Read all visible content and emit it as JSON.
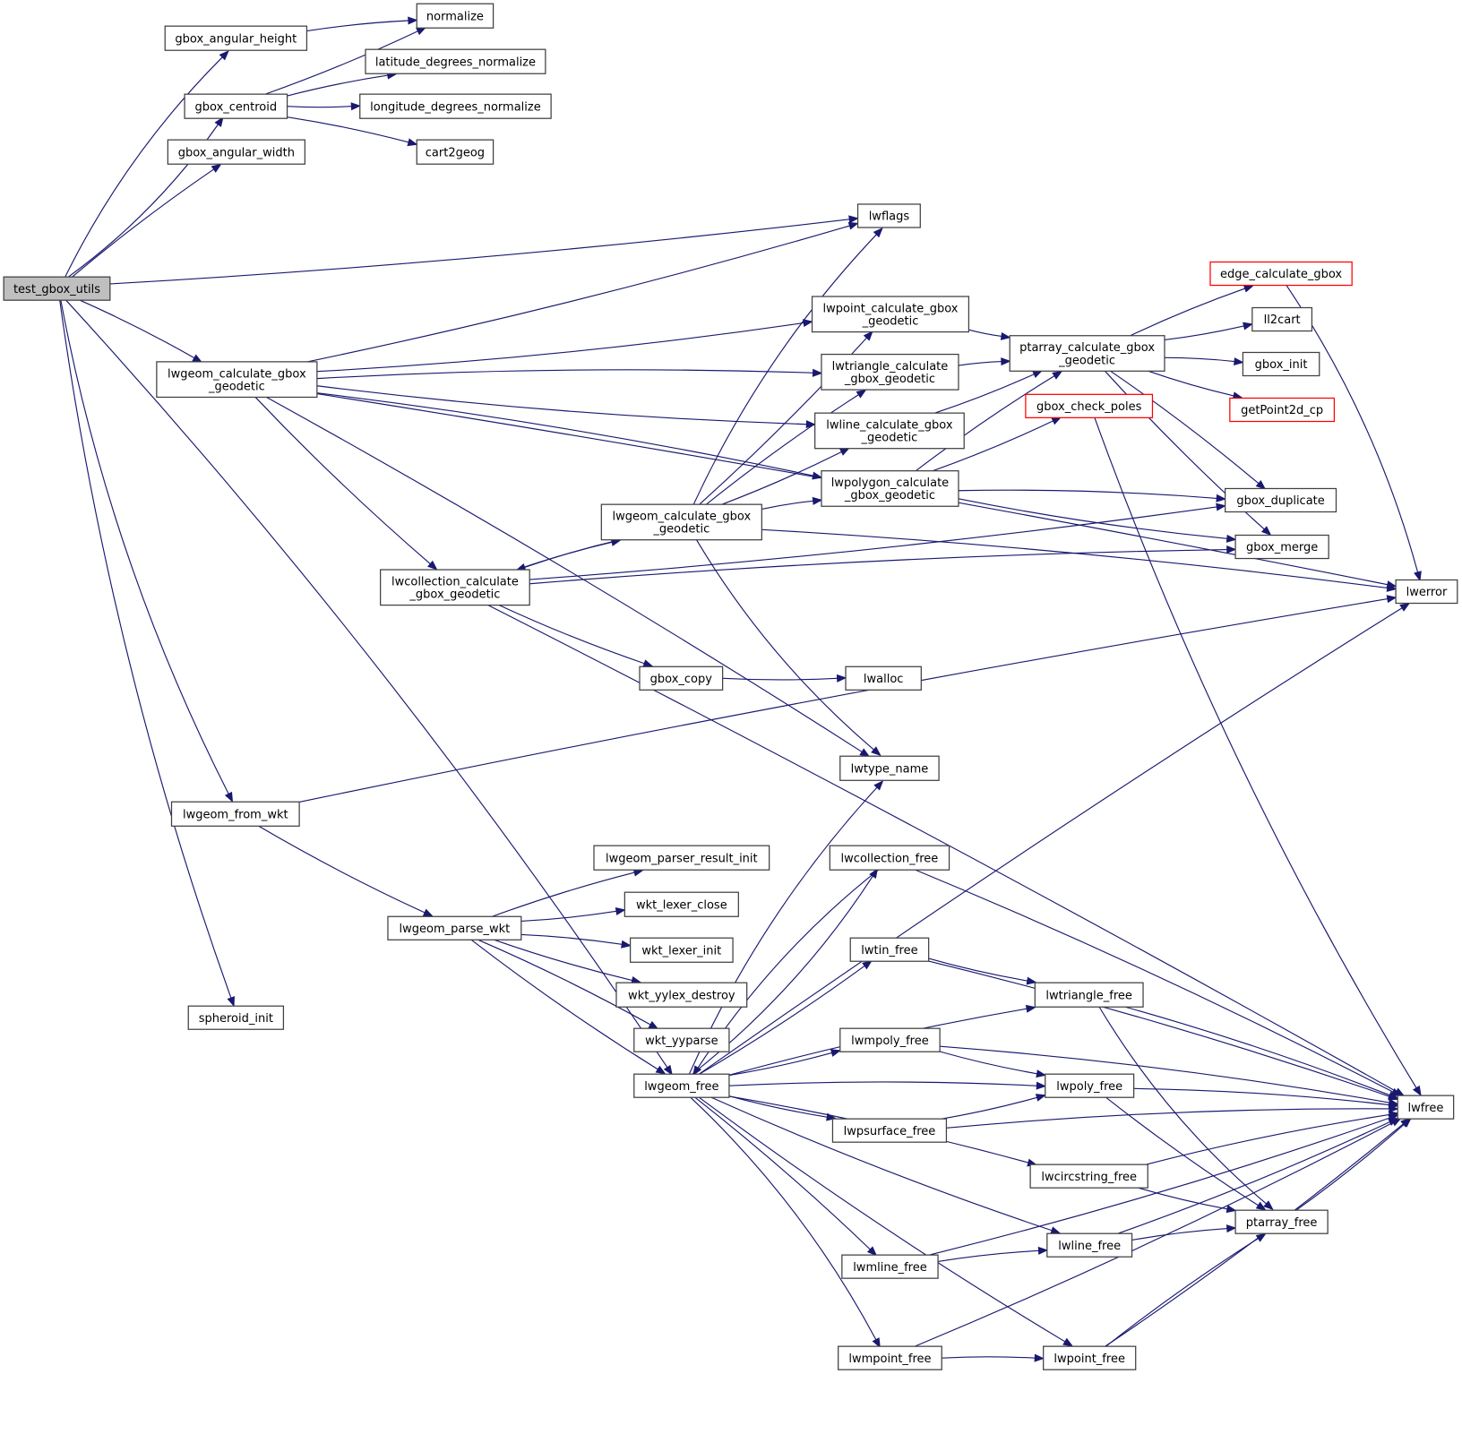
{
  "title": "test_gbox_utils call graph",
  "colors": {
    "edge": "#191970",
    "root_fill": "#bfbfbf",
    "node_border": "#404040",
    "incomplete_border": "#ff0000"
  },
  "nodes": [
    {
      "id": "test_gbox_utils",
      "lines": [
        "test_gbox_utils"
      ],
      "root": true
    },
    {
      "id": "gbox_angular_height",
      "lines": [
        "gbox_angular_height"
      ]
    },
    {
      "id": "normalize",
      "lines": [
        "normalize"
      ]
    },
    {
      "id": "gbox_centroid",
      "lines": [
        "gbox_centroid"
      ]
    },
    {
      "id": "latitude_degrees_normalize",
      "lines": [
        "latitude_degrees_normalize"
      ]
    },
    {
      "id": "longitude_degrees_normalize",
      "lines": [
        "longitude_degrees_normalize"
      ]
    },
    {
      "id": "cart2geog",
      "lines": [
        "cart2geog"
      ]
    },
    {
      "id": "gbox_angular_width",
      "lines": [
        "gbox_angular_width"
      ]
    },
    {
      "id": "lwflags",
      "lines": [
        "lwflags"
      ]
    },
    {
      "id": "lwgeom_calculate_gbox_geodetic_a",
      "lines": [
        "lwgeom_calculate_gbox",
        "_geodetic"
      ]
    },
    {
      "id": "lwpoint_calculate_gbox_geodetic",
      "lines": [
        "lwpoint_calculate_gbox",
        "_geodetic"
      ]
    },
    {
      "id": "lwtriangle_calculate_gbox_geodetic",
      "lines": [
        "lwtriangle_calculate",
        "_gbox_geodetic"
      ]
    },
    {
      "id": "lwline_calculate_gbox_geodetic",
      "lines": [
        "lwline_calculate_gbox",
        "_geodetic"
      ]
    },
    {
      "id": "lwpolygon_calculate_gbox_geodetic",
      "lines": [
        "lwpolygon_calculate",
        "_gbox_geodetic"
      ]
    },
    {
      "id": "lwgeom_calculate_gbox_geodetic_b",
      "lines": [
        "lwgeom_calculate_gbox",
        "_geodetic"
      ]
    },
    {
      "id": "lwcollection_calculate_gbox_geodetic",
      "lines": [
        "lwcollection_calculate",
        "_gbox_geodetic"
      ]
    },
    {
      "id": "ptarray_calculate_gbox_geodetic",
      "lines": [
        "ptarray_calculate_gbox",
        "_geodetic"
      ]
    },
    {
      "id": "edge_calculate_gbox",
      "lines": [
        "edge_calculate_gbox"
      ],
      "incomplete": true
    },
    {
      "id": "ll2cart",
      "lines": [
        "ll2cart"
      ]
    },
    {
      "id": "gbox_init",
      "lines": [
        "gbox_init"
      ]
    },
    {
      "id": "getPoint2d_cp",
      "lines": [
        "getPoint2d_cp"
      ],
      "incomplete": true
    },
    {
      "id": "gbox_check_poles",
      "lines": [
        "gbox_check_poles"
      ],
      "incomplete": true
    },
    {
      "id": "gbox_duplicate",
      "lines": [
        "gbox_duplicate"
      ]
    },
    {
      "id": "gbox_merge",
      "lines": [
        "gbox_merge"
      ]
    },
    {
      "id": "lwerror",
      "lines": [
        "lwerror"
      ]
    },
    {
      "id": "gbox_copy",
      "lines": [
        "gbox_copy"
      ]
    },
    {
      "id": "lwalloc",
      "lines": [
        "lwalloc"
      ]
    },
    {
      "id": "lwtype_name",
      "lines": [
        "lwtype_name"
      ]
    },
    {
      "id": "lwgeom_from_wkt",
      "lines": [
        "lwgeom_from_wkt"
      ]
    },
    {
      "id": "lwgeom_parse_wkt",
      "lines": [
        "lwgeom_parse_wkt"
      ]
    },
    {
      "id": "lwgeom_parser_result_init",
      "lines": [
        "lwgeom_parser_result_init"
      ]
    },
    {
      "id": "wkt_lexer_close",
      "lines": [
        "wkt_lexer_close"
      ]
    },
    {
      "id": "wkt_lexer_init",
      "lines": [
        "wkt_lexer_init"
      ]
    },
    {
      "id": "wkt_yylex_destroy",
      "lines": [
        "wkt_yylex_destroy"
      ]
    },
    {
      "id": "wkt_yyparse",
      "lines": [
        "wkt_yyparse"
      ]
    },
    {
      "id": "spheroid_init",
      "lines": [
        "spheroid_init"
      ]
    },
    {
      "id": "lwgeom_free",
      "lines": [
        "lwgeom_free"
      ]
    },
    {
      "id": "lwcollection_free",
      "lines": [
        "lwcollection_free"
      ]
    },
    {
      "id": "lwtin_free",
      "lines": [
        "lwtin_free"
      ]
    },
    {
      "id": "lwtriangle_free",
      "lines": [
        "lwtriangle_free"
      ]
    },
    {
      "id": "lwmpoly_free",
      "lines": [
        "lwmpoly_free"
      ]
    },
    {
      "id": "lwpoly_free",
      "lines": [
        "lwpoly_free"
      ]
    },
    {
      "id": "lwpsurface_free",
      "lines": [
        "lwpsurface_free"
      ]
    },
    {
      "id": "lwcircstring_free",
      "lines": [
        "lwcircstring_free"
      ]
    },
    {
      "id": "ptarray_free",
      "lines": [
        "ptarray_free"
      ]
    },
    {
      "id": "lwline_free",
      "lines": [
        "lwline_free"
      ]
    },
    {
      "id": "lwmline_free",
      "lines": [
        "lwmline_free"
      ]
    },
    {
      "id": "lwmpoint_free",
      "lines": [
        "lwmpoint_free"
      ]
    },
    {
      "id": "lwpoint_free",
      "lines": [
        "lwpoint_free"
      ]
    },
    {
      "id": "lwfree",
      "lines": [
        "lwfree"
      ]
    }
  ],
  "edges": [
    [
      "test_gbox_utils",
      "gbox_angular_height"
    ],
    [
      "test_gbox_utils",
      "gbox_centroid"
    ],
    [
      "test_gbox_utils",
      "gbox_angular_width"
    ],
    [
      "test_gbox_utils",
      "lwflags"
    ],
    [
      "test_gbox_utils",
      "lwgeom_calculate_gbox_geodetic_a"
    ],
    [
      "test_gbox_utils",
      "lwgeom_from_wkt"
    ],
    [
      "test_gbox_utils",
      "lwgeom_free"
    ],
    [
      "test_gbox_utils",
      "spheroid_init"
    ],
    [
      "gbox_angular_height",
      "normalize"
    ],
    [
      "gbox_centroid",
      "normalize"
    ],
    [
      "gbox_centroid",
      "latitude_degrees_normalize"
    ],
    [
      "gbox_centroid",
      "longitude_degrees_normalize"
    ],
    [
      "gbox_centroid",
      "cart2geog"
    ],
    [
      "lwgeom_calculate_gbox_geodetic_a",
      "lwflags"
    ],
    [
      "lwgeom_calculate_gbox_geodetic_a",
      "lwerror"
    ],
    [
      "lwgeom_calculate_gbox_geodetic_a",
      "lwpoint_calculate_gbox_geodetic"
    ],
    [
      "lwgeom_calculate_gbox_geodetic_a",
      "lwtriangle_calculate_gbox_geodetic"
    ],
    [
      "lwgeom_calculate_gbox_geodetic_a",
      "lwline_calculate_gbox_geodetic"
    ],
    [
      "lwgeom_calculate_gbox_geodetic_a",
      "lwpolygon_calculate_gbox_geodetic"
    ],
    [
      "lwgeom_calculate_gbox_geodetic_a",
      "lwcollection_calculate_gbox_geodetic"
    ],
    [
      "lwgeom_calculate_gbox_geodetic_a",
      "lwtype_name"
    ],
    [
      "lwpoint_calculate_gbox_geodetic",
      "ptarray_calculate_gbox_geodetic"
    ],
    [
      "lwtriangle_calculate_gbox_geodetic",
      "ptarray_calculate_gbox_geodetic"
    ],
    [
      "lwline_calculate_gbox_geodetic",
      "ptarray_calculate_gbox_geodetic"
    ],
    [
      "lwpolygon_calculate_gbox_geodetic",
      "ptarray_calculate_gbox_geodetic"
    ],
    [
      "lwpolygon_calculate_gbox_geodetic",
      "gbox_check_poles"
    ],
    [
      "lwpolygon_calculate_gbox_geodetic",
      "gbox_duplicate"
    ],
    [
      "lwpolygon_calculate_gbox_geodetic",
      "gbox_merge"
    ],
    [
      "ptarray_calculate_gbox_geodetic",
      "edge_calculate_gbox"
    ],
    [
      "ptarray_calculate_gbox_geodetic",
      "ll2cart"
    ],
    [
      "ptarray_calculate_gbox_geodetic",
      "gbox_init"
    ],
    [
      "ptarray_calculate_gbox_geodetic",
      "getPoint2d_cp"
    ],
    [
      "ptarray_calculate_gbox_geodetic",
      "gbox_duplicate"
    ],
    [
      "ptarray_calculate_gbox_geodetic",
      "gbox_merge"
    ],
    [
      "edge_calculate_gbox",
      "lwerror"
    ],
    [
      "gbox_check_poles",
      "lwfree"
    ],
    [
      "lwgeom_calculate_gbox_geodetic_b",
      "lwflags"
    ],
    [
      "lwgeom_calculate_gbox_geodetic_b",
      "lwpoint_calculate_gbox_geodetic"
    ],
    [
      "lwgeom_calculate_gbox_geodetic_b",
      "lwtriangle_calculate_gbox_geodetic"
    ],
    [
      "lwgeom_calculate_gbox_geodetic_b",
      "lwline_calculate_gbox_geodetic"
    ],
    [
      "lwgeom_calculate_gbox_geodetic_b",
      "lwpolygon_calculate_gbox_geodetic"
    ],
    [
      "lwgeom_calculate_gbox_geodetic_b",
      "lwcollection_calculate_gbox_geodetic"
    ],
    [
      "lwgeom_calculate_gbox_geodetic_b",
      "lwerror"
    ],
    [
      "lwgeom_calculate_gbox_geodetic_b",
      "lwtype_name"
    ],
    [
      "lwcollection_calculate_gbox_geodetic",
      "lwgeom_calculate_gbox_geodetic_b"
    ],
    [
      "lwcollection_calculate_gbox_geodetic",
      "gbox_duplicate"
    ],
    [
      "lwcollection_calculate_gbox_geodetic",
      "gbox_merge"
    ],
    [
      "lwcollection_calculate_gbox_geodetic",
      "gbox_copy"
    ],
    [
      "lwcollection_calculate_gbox_geodetic",
      "lwfree"
    ],
    [
      "gbox_copy",
      "lwalloc"
    ],
    [
      "lwgeom_from_wkt",
      "lwerror"
    ],
    [
      "lwgeom_from_wkt",
      "lwgeom_parse_wkt"
    ],
    [
      "lwgeom_parse_wkt",
      "lwgeom_parser_result_init"
    ],
    [
      "lwgeom_parse_wkt",
      "wkt_lexer_close"
    ],
    [
      "lwgeom_parse_wkt",
      "wkt_lexer_init"
    ],
    [
      "lwgeom_parse_wkt",
      "wkt_yylex_destroy"
    ],
    [
      "lwgeom_parse_wkt",
      "wkt_yyparse"
    ],
    [
      "lwgeom_parse_wkt",
      "lwgeom_free"
    ],
    [
      "lwgeom_free",
      "lwtype_name"
    ],
    [
      "lwgeom_free",
      "lwcollection_free"
    ],
    [
      "lwgeom_free",
      "lwerror"
    ],
    [
      "lwgeom_free",
      "lwtin_free"
    ],
    [
      "lwgeom_free",
      "lwtriangle_free"
    ],
    [
      "lwgeom_free",
      "lwmpoly_free"
    ],
    [
      "lwgeom_free",
      "lwpoly_free"
    ],
    [
      "lwgeom_free",
      "lwpsurface_free"
    ],
    [
      "lwgeom_free",
      "lwcircstring_free"
    ],
    [
      "lwgeom_free",
      "lwline_free"
    ],
    [
      "lwgeom_free",
      "lwmline_free"
    ],
    [
      "lwgeom_free",
      "lwpoint_free"
    ],
    [
      "lwgeom_free",
      "lwmpoint_free"
    ],
    [
      "lwcollection_free",
      "lwgeom_free"
    ],
    [
      "lwcollection_free",
      "lwfree"
    ],
    [
      "lwtin_free",
      "lwtriangle_free"
    ],
    [
      "lwtin_free",
      "lwfree"
    ],
    [
      "lwtriangle_free",
      "ptarray_free"
    ],
    [
      "lwtriangle_free",
      "lwfree"
    ],
    [
      "lwmpoly_free",
      "lwpoly_free"
    ],
    [
      "lwmpoly_free",
      "lwfree"
    ],
    [
      "lwpoly_free",
      "ptarray_free"
    ],
    [
      "lwpoly_free",
      "lwfree"
    ],
    [
      "lwpsurface_free",
      "lwpoly_free"
    ],
    [
      "lwpsurface_free",
      "lwfree"
    ],
    [
      "lwcircstring_free",
      "ptarray_free"
    ],
    [
      "lwcircstring_free",
      "lwfree"
    ],
    [
      "ptarray_free",
      "lwfree"
    ],
    [
      "lwline_free",
      "ptarray_free"
    ],
    [
      "lwline_free",
      "lwfree"
    ],
    [
      "lwmline_free",
      "lwline_free"
    ],
    [
      "lwmline_free",
      "lwfree"
    ],
    [
      "lwmpoint_free",
      "lwpoint_free"
    ],
    [
      "lwmpoint_free",
      "lwfree"
    ],
    [
      "lwpoint_free",
      "ptarray_free"
    ],
    [
      "lwpoint_free",
      "lwfree"
    ]
  ]
}
